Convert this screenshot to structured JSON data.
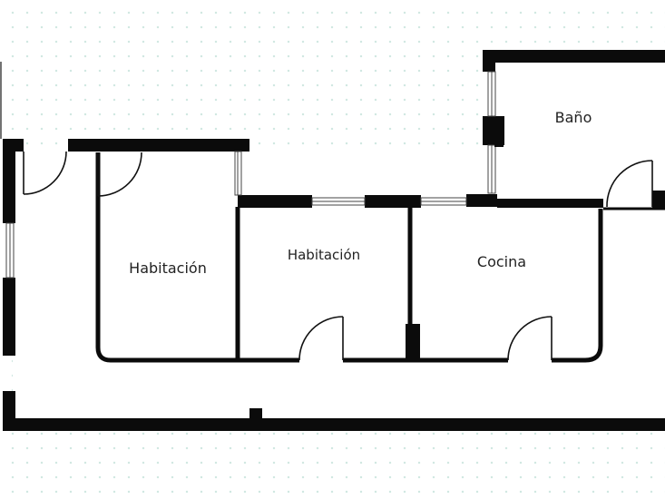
{
  "floorplan": {
    "rooms": [
      {
        "id": "bedroom-1",
        "label": "Habitación"
      },
      {
        "id": "bedroom-2",
        "label": "Habitación"
      },
      {
        "id": "kitchen",
        "label": "Cocina"
      },
      {
        "id": "bathroom",
        "label": "Baño"
      }
    ],
    "colors": {
      "wall": "#0b0b0b",
      "floor": "#ffffff",
      "grid_dot": "#cfe7e1",
      "door_arc": "#111111"
    }
  }
}
